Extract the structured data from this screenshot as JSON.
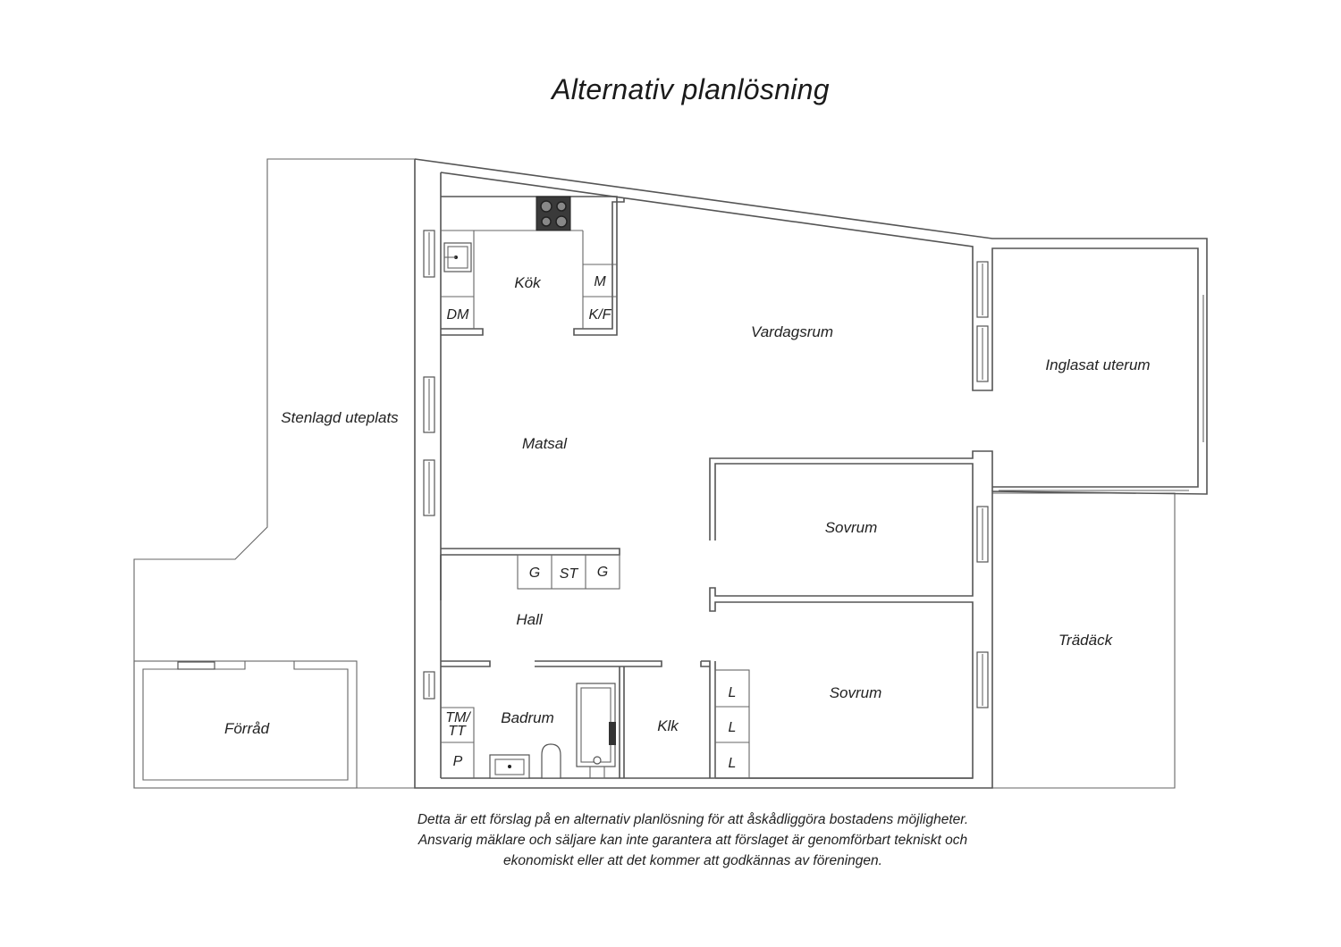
{
  "title": "Alternativ planlösning",
  "rooms": {
    "kok": "Kök",
    "vardagsrum": "Vardagsrum",
    "inglasat_uterum": "Inglasat uterum",
    "stenlagd_uteplats": "Stenlagd uteplats",
    "matsal": "Matsal",
    "sovrum_1": "Sovrum",
    "sovrum_2": "Sovrum",
    "hall": "Hall",
    "badrum": "Badrum",
    "klk": "Klk",
    "tradack": "Trädäck",
    "forrad": "Förråd"
  },
  "fixtures": {
    "dm": "DM",
    "m": "M",
    "kf": "K/F",
    "g1": "G",
    "st": "ST",
    "g2": "G",
    "tm": "TM/",
    "tt": "TT",
    "p": "P",
    "l1": "L",
    "l2": "L",
    "l3": "L"
  },
  "disclaimer": [
    "Detta är ett förslag på en alternativ planlösning för att åskådliggöra bostadens möjligheter.",
    "Ansvarig mäklare och säljare kan inte garantera att förslaget är genomförbart tekniskt och",
    "ekonomiskt eller att det kommer att godkännas av föreningen."
  ]
}
